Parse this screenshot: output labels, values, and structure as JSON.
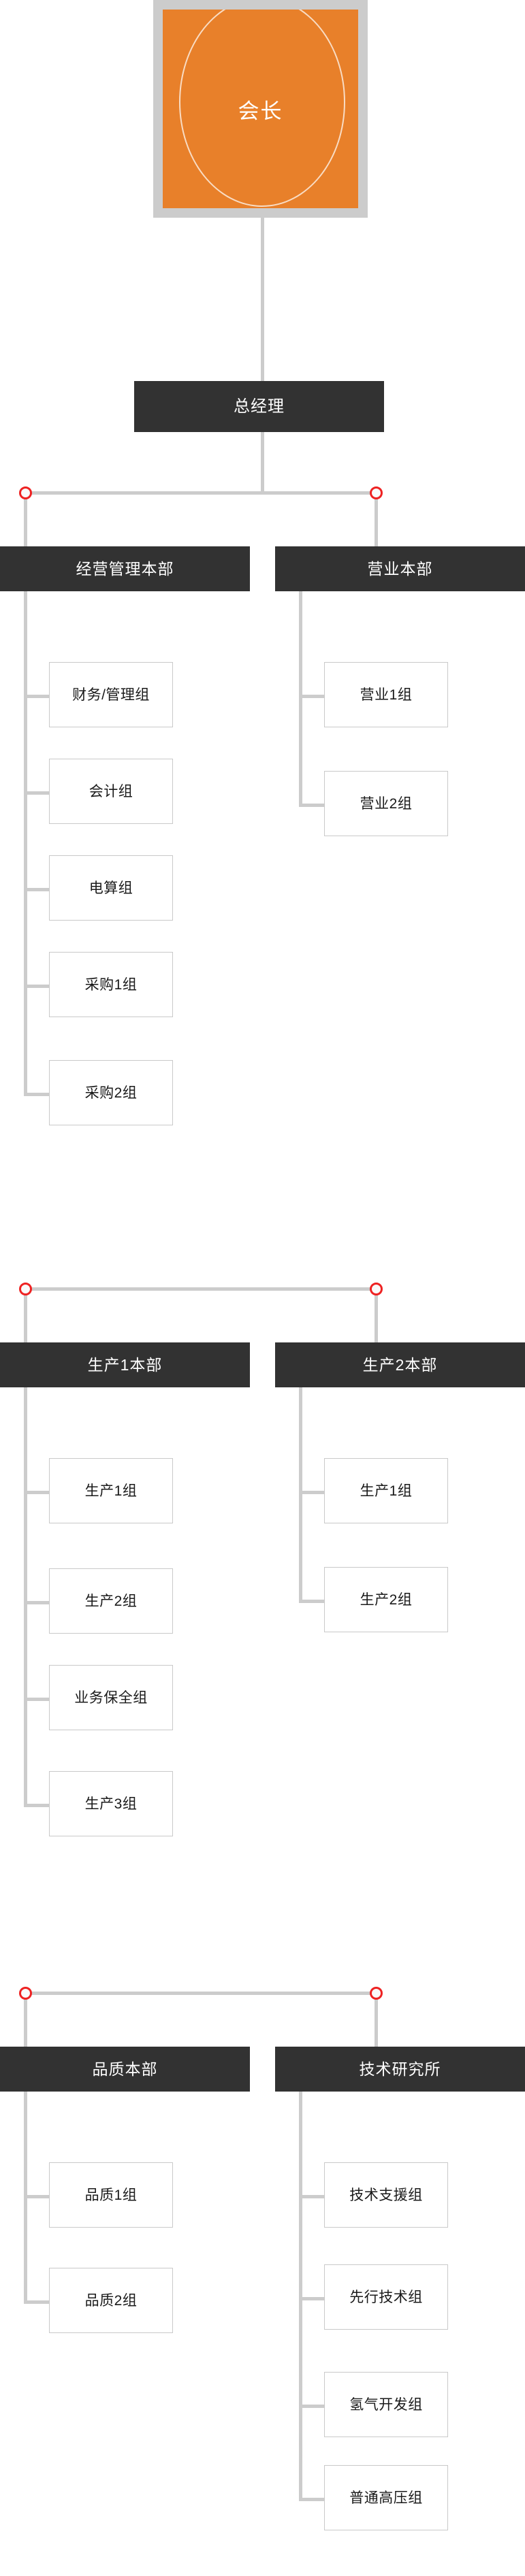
{
  "diagram": {
    "type": "organization-chart",
    "colors": {
      "root_fill": "#e8802a",
      "root_border": "#cccccc",
      "node_dark": "#323232",
      "node_dark_text": "#ffffff",
      "leaf_fill": "#ffffff",
      "leaf_border": "#c9c9c9",
      "leaf_text": "#1a1a1a",
      "connector": "#cccccc",
      "junction_ring": "#ee2222",
      "junction_fill": "#fafafa",
      "background": "#ffffff"
    },
    "root": {
      "label": "会长"
    },
    "manager": {
      "label": "总经理"
    },
    "groups": [
      {
        "id": "group-1",
        "branches": [
          {
            "id": "dept-jingying",
            "label": "经营管理本部",
            "children": [
              {
                "label": "财务/管理组"
              },
              {
                "label": "会计组"
              },
              {
                "label": "电算组"
              },
              {
                "label": "采购1组"
              },
              {
                "label": "采购2组"
              }
            ]
          },
          {
            "id": "dept-yingye",
            "label": "营业本部",
            "children": [
              {
                "label": "营业1组"
              },
              {
                "label": "营业2组"
              }
            ]
          }
        ]
      },
      {
        "id": "group-2",
        "branches": [
          {
            "id": "dept-shengchan1",
            "label": "生产1本部",
            "children": [
              {
                "label": "生产1组"
              },
              {
                "label": "生产2组"
              },
              {
                "label": "业务保全组"
              },
              {
                "label": "生产3组"
              }
            ]
          },
          {
            "id": "dept-shengchan2",
            "label": "生产2本部",
            "children": [
              {
                "label": "生产1组"
              },
              {
                "label": "生产2组"
              }
            ]
          }
        ]
      },
      {
        "id": "group-3",
        "branches": [
          {
            "id": "dept-pinzhi",
            "label": "品质本部",
            "children": [
              {
                "label": "品质1组"
              },
              {
                "label": "品质2组"
              }
            ]
          },
          {
            "id": "dept-jishu",
            "label": "技术研究所",
            "children": [
              {
                "label": "技术支援组"
              },
              {
                "label": "先行技术组"
              },
              {
                "label": "氢气开发组"
              },
              {
                "label": "普通高压组"
              }
            ]
          }
        ]
      }
    ]
  }
}
